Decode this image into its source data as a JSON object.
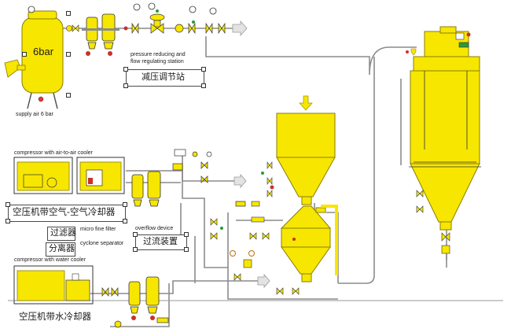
{
  "labels": {
    "vessel_pressure": "6bar",
    "supply_air": "supply air 6 bar",
    "pressure_station_line1": "pressure reducing and",
    "pressure_station_line2": "flow regulating station",
    "pressure_station_cn": "减压调节站",
    "compressor_air_cooler": "compressor with air-to-air cooler",
    "compressor_air_cooler_cn": "空压机带空气-空气冷却器",
    "filter_cn": "过滤器",
    "micro_fine_filter": "micro fine filter",
    "separator_cn": "分离器",
    "cyclone_separator": "cyclone separator",
    "overflow_device": "overflow device",
    "overflow_device_cn": "过流装置",
    "compressor_water_cooler": "compressor with water cooler",
    "compressor_water_cooler_cn": "空压机带水冷却器"
  },
  "colors": {
    "equipment_yellow": "#f7e600",
    "pipe_grey": "#8c8c8c",
    "outline": "#333333",
    "valve_red": "#c8322a",
    "valve_green": "#2a9a3a",
    "arrow_grey": "#cfcfcf"
  },
  "icons": [
    "pressure-vessel-icon",
    "filter-unit-icon",
    "valve-icon",
    "pressure-gauge-icon",
    "hopper-icon",
    "silo-icon",
    "compressor-icon",
    "flow-arrow-icon"
  ]
}
